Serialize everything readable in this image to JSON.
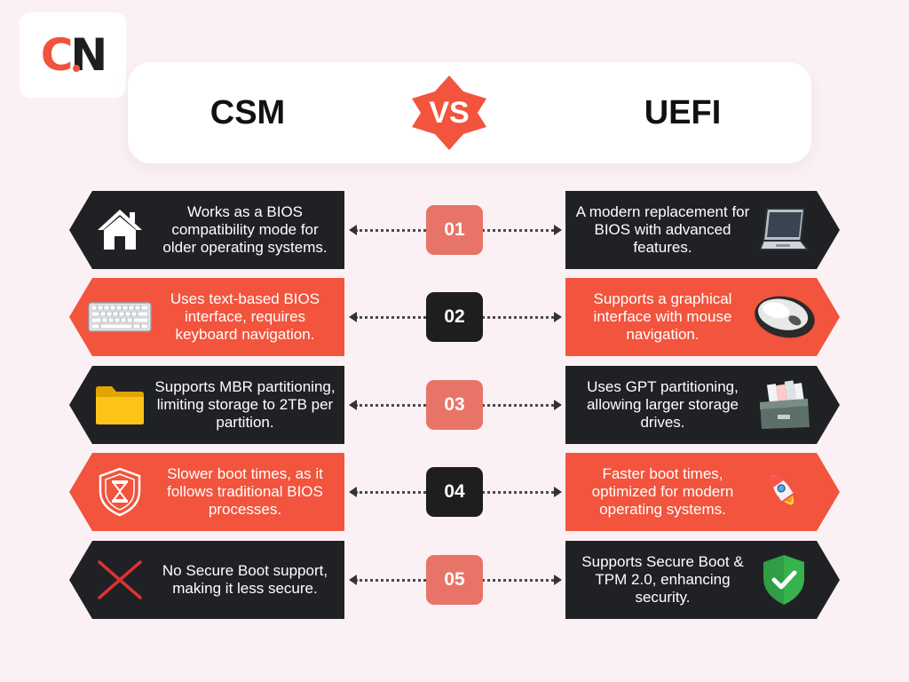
{
  "logo": {
    "letters_left": "C",
    "letters_right": "N"
  },
  "header": {
    "left": "CSM",
    "vs": "VS",
    "right": "UEFI"
  },
  "colors": {
    "accent": "#f2543d",
    "dark": "#202124",
    "badge_light": "#e87467",
    "background": "#fbf1f4"
  },
  "rows": [
    {
      "num": "01",
      "left_text": "Works as a BIOS compatibility mode for older operating systems.",
      "left_icon": "house-icon",
      "right_text": "A modern replacement for BIOS with advanced features.",
      "right_icon": "laptop-icon"
    },
    {
      "num": "02",
      "left_text": "Uses text-based BIOS interface, requires keyboard navigation.",
      "left_icon": "keyboard-icon",
      "right_text": "Supports a graphical interface with mouse navigation.",
      "right_icon": "mouse-icon"
    },
    {
      "num": "03",
      "left_text": "Supports MBR partitioning, limiting storage to 2TB per partition.",
      "left_icon": "folder-icon",
      "right_text": "Uses GPT partitioning, allowing larger storage drives.",
      "right_icon": "file-cabinet-icon"
    },
    {
      "num": "04",
      "left_text": "Slower boot times, as it follows traditional BIOS processes.",
      "left_icon": "hourglass-shield-icon",
      "right_text": "Faster boot times, optimized for modern operating systems.",
      "right_icon": "rocket-icon"
    },
    {
      "num": "05",
      "left_text": "No Secure Boot support, making it less secure.",
      "left_icon": "cross-icon",
      "right_text": "Supports Secure Boot & TPM 2.0, enhancing security.",
      "right_icon": "shield-check-icon"
    }
  ]
}
